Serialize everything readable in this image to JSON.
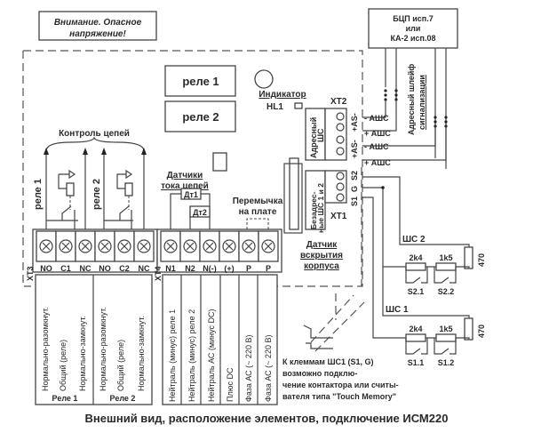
{
  "warning": {
    "line1": "Внимание. Опасное",
    "line2": "напряжение!"
  },
  "relays": {
    "relay1": "реле 1",
    "relay2": "реле 2"
  },
  "indicator": {
    "label": "Индикатор",
    "hl1": "HL1"
  },
  "controller": {
    "line1": "БЦП исп.7",
    "line2": "или",
    "line3": "КА-2 исп.08"
  },
  "address_loop_label": {
    "line1": "Адресный шлейф",
    "line2": "сигнализации"
  },
  "xt2": {
    "label": "XT2",
    "group_label": {
      "line1": "Адресный",
      "line2": "ШС"
    },
    "pins_top": "+AS-",
    "pins_bottom": "+AS-",
    "wires": [
      "- АШС",
      "+ АШС",
      "- АШС",
      "+ АШС"
    ]
  },
  "xt1": {
    "label": "XT1",
    "group_label": {
      "line1": "Безадрес-",
      "line2": "ные ШС 1 и 2"
    },
    "pins": [
      "S1",
      "G",
      "S2"
    ]
  },
  "circuit_control": "Контроль цепей",
  "relay_side_labels": [
    "реле 1",
    "реле 2"
  ],
  "current_sensors": {
    "line1": "Датчики",
    "line2": "тока цепей",
    "dt1": "Дт1",
    "dt2": "Дт2"
  },
  "jumper": {
    "line1": "Перемычка",
    "line2": "на плате"
  },
  "tamper": {
    "line1": "Датчик",
    "line2": "вскрытия",
    "line3": "корпуса"
  },
  "xt3": {
    "label": "XT3",
    "pins": [
      "NO",
      "C1",
      "NC",
      "NO",
      "C2",
      "NC"
    ],
    "descriptions": [
      "Нормально-разомкнут.",
      "Общий (реле)",
      "Нормально-замкнут.",
      "Нормально-разомкнут.",
      "Общий (реле)",
      "Нормально-замкнут."
    ],
    "groups": [
      "Реле 1",
      "Реле 2"
    ]
  },
  "xt4": {
    "label": "XT4",
    "pins": [
      "N1",
      "N2",
      "N(-)",
      "(+)",
      "P",
      "P"
    ],
    "descriptions": [
      "Нейтраль (минус) реле 1",
      "Нейтраль (минус) реле 2",
      "Нейтраль АС (минус DC)",
      "Плюс DC",
      "Фаза АС (~ 220 В)",
      "Фаза АС (~ 220 В)"
    ]
  },
  "loops": {
    "loop2": {
      "label": "ШС 2",
      "r1": "2k4",
      "r2": "1k5",
      "rend": "470",
      "s1": "S2.1",
      "s2": "S2.2"
    },
    "loop1": {
      "label": "ШС 1",
      "r1": "2k4",
      "r2": "1k5",
      "rend": "470",
      "s1": "S1.1",
      "s2": "S1.2"
    }
  },
  "note": {
    "line1": "К клеммам ШС1 (S1, G)",
    "line2": "возможно подклю-",
    "line3": "чение контактора или считы-",
    "line4": "вателя типа \"Touch Memory\""
  },
  "caption": "Внешний вид, расположение элементов, подключение ИСМ220"
}
